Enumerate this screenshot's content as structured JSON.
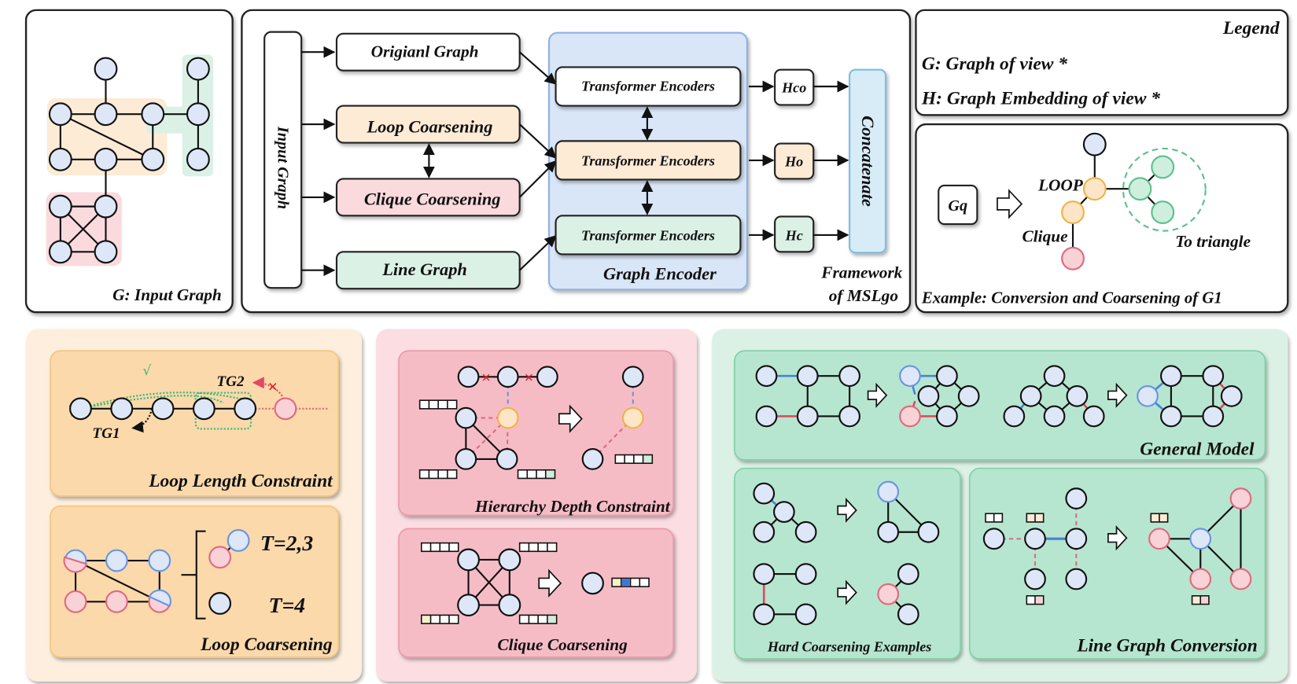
{
  "input_graph_panel": {
    "caption": "G: Input Graph"
  },
  "framework_panel": {
    "input_label": "Input Graph",
    "views": [
      {
        "label": "Origianl Graph",
        "color": "#ffffff"
      },
      {
        "label": "Loop Coarsening",
        "color": "#fdebd6"
      },
      {
        "label": "Clique Coarsening",
        "color": "#fadadd"
      },
      {
        "label": "Line Graph",
        "color": "#dcf1e6"
      }
    ],
    "encoders": [
      {
        "label": "Transformer Encoders",
        "color": "#ffffff"
      },
      {
        "label": "Transformer Encoders",
        "color": "#fdebd6"
      },
      {
        "label": "Transformer Encoders",
        "color": "#dcf1e6"
      }
    ],
    "encoder_group_label": "Graph Encoder",
    "embeddings": [
      {
        "label": "Hco",
        "color": "#ffffff"
      },
      {
        "label": "Ho",
        "color": "#fdebd6"
      },
      {
        "label": "Hc",
        "color": "#dcf1e6"
      }
    ],
    "concat_label": "Concatenate",
    "caption_line1": "Framework",
    "caption_line2": "of MSLgo"
  },
  "legend": {
    "title": "Legend",
    "items": [
      "G: Graph of view  *",
      "H: Graph Embedding of view *"
    ]
  },
  "example_panel": {
    "input_label": "Gq",
    "loop_label": "LOOP",
    "clique_label": "Clique",
    "triangle_label": "To triangle",
    "caption": "Example: Conversion and Coarsening of G1"
  },
  "loop_section": {
    "length_constraint": {
      "caption": "Loop Length Constraint",
      "tg1_label": "TG1",
      "tg2_label": "TG2",
      "check_mark": "√",
      "cross_mark": "✕"
    },
    "coarsening": {
      "caption": "Loop Coarsening",
      "t_upper": "T=2,3",
      "t_lower": "T=4"
    }
  },
  "clique_section": {
    "hierarchy_caption": "Hierarchy Depth Constraint",
    "clique_caption": "Clique Coarsening"
  },
  "line_section": {
    "general_caption": "General Model",
    "hard_caption": "Hard Coarsening Examples",
    "line_caption": "Line Graph Conversion"
  },
  "colors": {
    "node_fill": "#dde7f7",
    "loop_bg": "#fdebd6",
    "clique_bg": "#fadadd",
    "line_bg": "#dcf1e6",
    "encoder_bg": "#d9e6f8",
    "concat_bg": "#d8ecf8"
  }
}
